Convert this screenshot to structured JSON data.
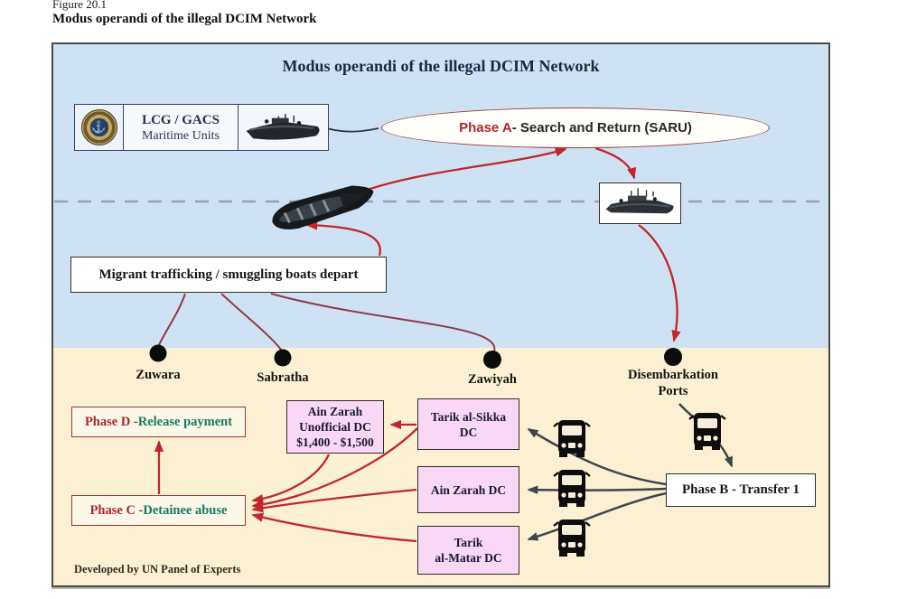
{
  "page": {
    "figure_label": "Figure 20.1",
    "figure_title": "Modus operandi of the illegal DCIM Network"
  },
  "diagram": {
    "title": "Modus operandi of the illegal DCIM Network",
    "credit": "Developed by UN Panel of Experts",
    "lcg": {
      "org": "LCG / GACS",
      "unit": "Maritime Units",
      "anchor_glyph": "⚓"
    },
    "phase_a": {
      "phase": "Phase A",
      "rest": " - Search and Return (SARU)"
    },
    "migrant_box": {
      "label": "Migrant trafficking / smuggling boats depart"
    },
    "departure_ports": [
      {
        "name": "Zuwara"
      },
      {
        "name": "Sabratha"
      },
      {
        "name": "Zawiyah"
      }
    ],
    "disembarkation": {
      "line1": "Disembarkation",
      "line2": "Ports"
    },
    "phase_b": {
      "label": "Phase B - Transfer 1"
    },
    "phase_c": {
      "phase": "Phase C - ",
      "rest": "Detainee abuse"
    },
    "phase_d": {
      "phase": "Phase D - ",
      "rest": "Release payment"
    },
    "detention_centers": {
      "ain_zarah_unofficial": {
        "line1": "Ain Zarah",
        "line2": "Unofficial DC",
        "line3": "$1,400 - $1,500"
      },
      "tarik_al_sikka": {
        "line1": "Tarik al-Sikka",
        "line2": "DC"
      },
      "ain_zarah": {
        "line1": "Ain Zarah DC"
      },
      "tarik_al_matar": {
        "line1": "Tarik",
        "line2": "al-Matar DC"
      }
    },
    "colors": {
      "sea": "#cfe2f4",
      "land": "#fcf0d3",
      "phase_red": "#a8282c",
      "teal": "#157a66",
      "arrow_red": "#c0272d",
      "route_dark": "#3d464d",
      "dc_pink": "#f8d8f4"
    }
  }
}
